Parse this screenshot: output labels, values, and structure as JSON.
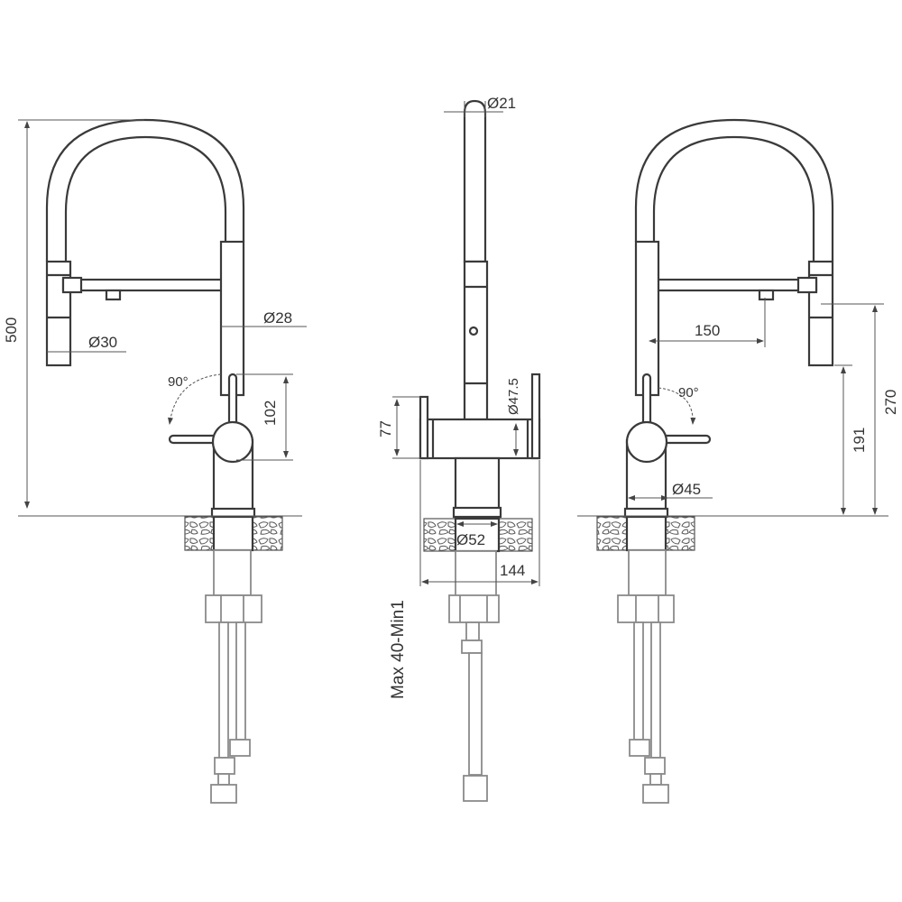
{
  "left_view": {
    "height_total": "500",
    "spray_head_diameter": "Ø30",
    "body_diameter": "Ø28",
    "lever_angle": "90°",
    "lever_height": "102"
  },
  "front_view": {
    "spout_diameter": "Ø21",
    "handle_diameter": "Ø47.5",
    "body_height": "77",
    "base_diameter": "Ø52",
    "width": "144",
    "counter_thickness": "Max 40-Min1"
  },
  "right_view": {
    "reach": "150",
    "spout_outlet_height": "270",
    "head_bottom_height": "191",
    "lever_angle": "90°",
    "base_diameter": "Ø45"
  },
  "colors": {
    "line": "#3a3a3a",
    "background": "#ffffff"
  }
}
